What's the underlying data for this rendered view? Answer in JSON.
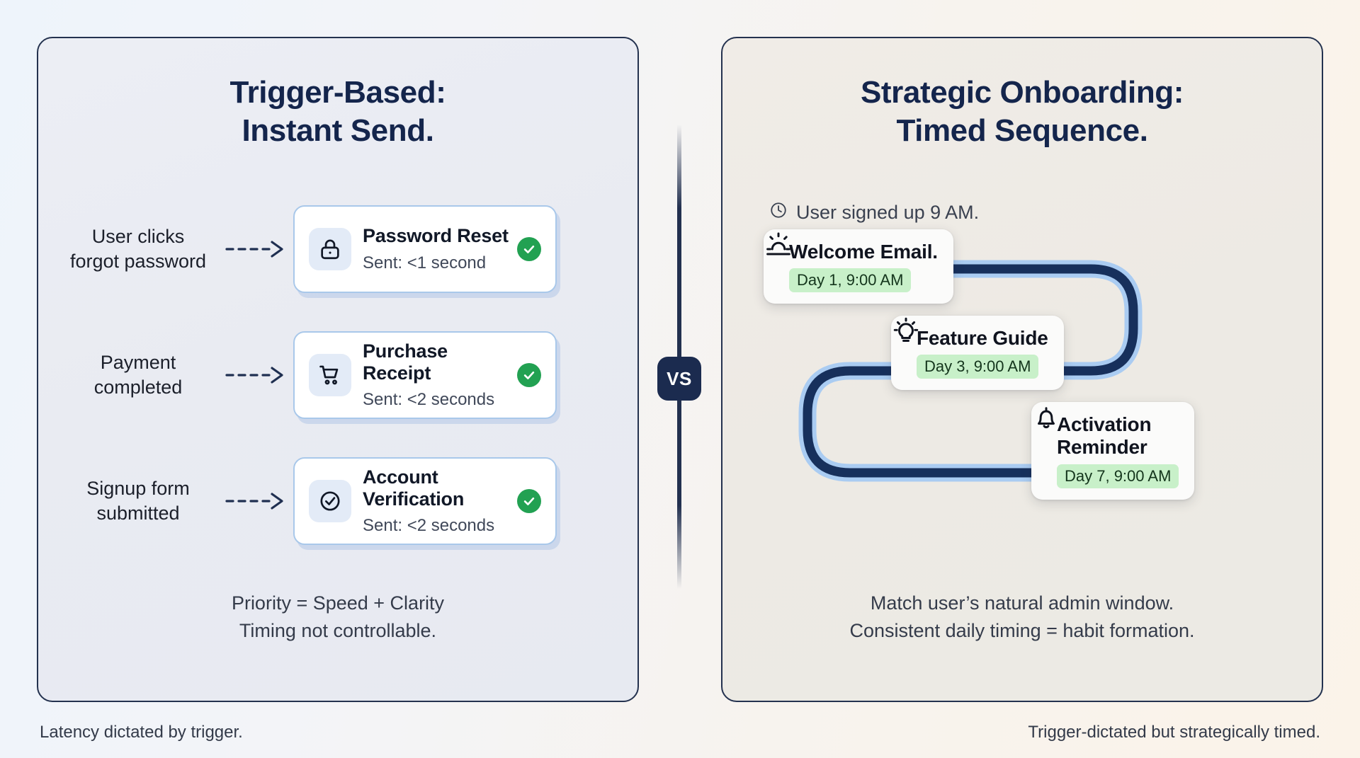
{
  "left_panel": {
    "title": "Trigger-Based:\nInstant Send.",
    "rows": [
      {
        "trigger": "User clicks\nforgot password",
        "icon": "lock-icon",
        "title": "Password Reset",
        "sub": "Sent: <1 second",
        "status": "check"
      },
      {
        "trigger": "Payment\ncompleted",
        "icon": "shopping-cart-icon",
        "title": "Purchase Receipt",
        "sub": "Sent: <2 seconds",
        "status": "check"
      },
      {
        "trigger": "Signup form\nsubmitted",
        "icon": "check-circle-icon",
        "title": "Account Verification",
        "sub": "Sent: <2 seconds",
        "status": "check"
      }
    ],
    "footnote": "Priority = Speed + Clarity\nTiming not controllable.",
    "caption": "Latency dictated by trigger."
  },
  "right_panel": {
    "title": "Strategic Onboarding:\nTimed Sequence.",
    "signup_note": "User signed up 9 AM.",
    "signup_icon": "clock-icon",
    "steps": [
      {
        "icon": "sunrise-icon",
        "title": "Welcome Email.",
        "badge": "Day 1, 9:00 AM"
      },
      {
        "icon": "lightbulb-icon",
        "title": "Feature Guide",
        "badge": "Day 3, 9:00 AM"
      },
      {
        "icon": "bell-icon",
        "title": "Activation\nReminder",
        "badge": "Day 7, 9:00 AM"
      }
    ],
    "footnote": "Match user’s natural admin window.\nConsistent daily timing = habit formation.",
    "caption": "Trigger-dictated but strategically timed."
  },
  "divider": {
    "label": "VS"
  },
  "colors": {
    "navy": "#1b2b4f",
    "title_navy": "#14254c",
    "card_border_blue": "#a9c8ea",
    "icon_tile_blue": "#e3ebf7",
    "green_check": "#22a152",
    "badge_green": "#c8f0c9",
    "path_dark": "#17305c",
    "path_light": "#aaccf2"
  }
}
